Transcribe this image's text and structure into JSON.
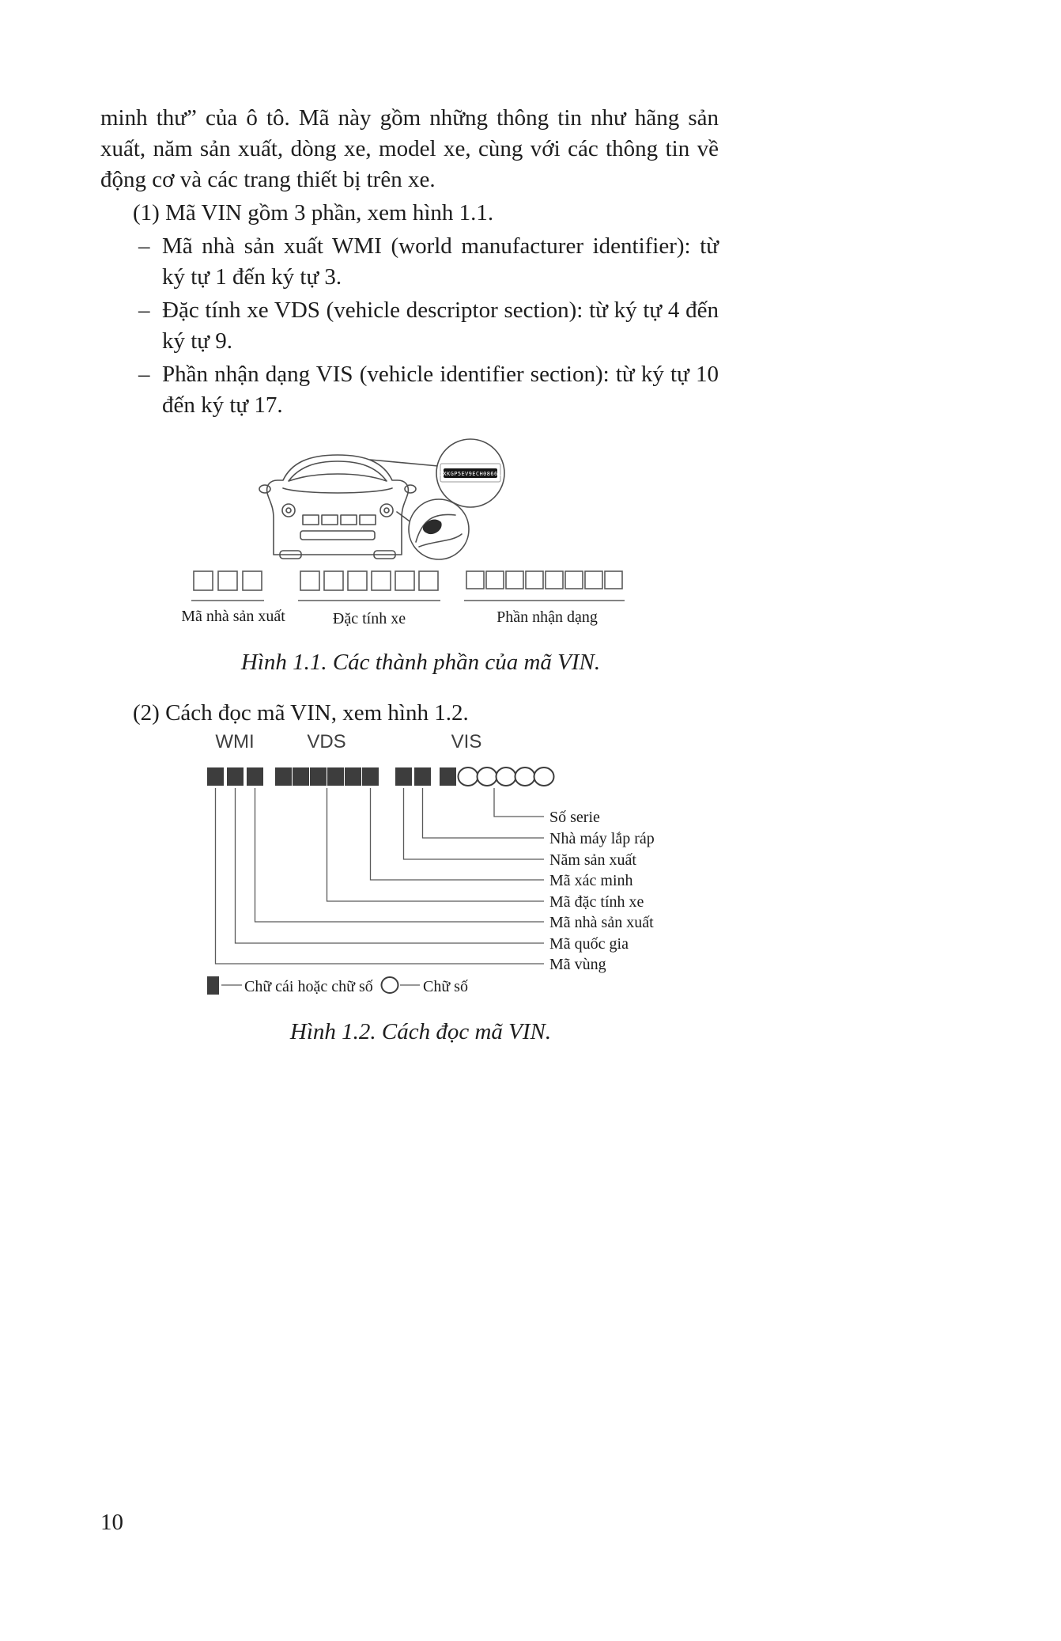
{
  "page_number": "10",
  "intro": "minh thư” của ô tô. Mã này gồm những thông tin như hãng sản xuất, năm sản xuất, dòng xe, model xe, cùng với các thông tin về động cơ và các trang thiết bị trên xe.",
  "item1": "(1) Mã VIN gồm 3 phần, xem hình 1.1.",
  "bullets": [
    {
      "marker": "–",
      "text": "Mã nhà sản xuất WMI (world manufacturer identifier): từ ký tự 1 đến ký tự 3."
    },
    {
      "marker": "–",
      "text": "Đặc tính xe VDS (vehicle descriptor section): từ ký tự 4 đến ký tự 9."
    },
    {
      "marker": "–",
      "text": "Phần nhận dạng VIS (vehicle identifier section): từ ký tự 10 đến ký tự 17."
    }
  ],
  "figure1": {
    "plate_text": "1XKGP5EV9ECH08661",
    "groups": [
      {
        "label": "Mã nhà sản xuất",
        "boxes": 3
      },
      {
        "label": "Đặc tính xe",
        "boxes": 6
      },
      {
        "label": "Phần nhận dạng",
        "boxes": 8
      }
    ],
    "caption": "Hình 1.1. Các thành phần của mã VIN."
  },
  "item2": "(2) Cách đọc mã VIN, xem hình 1.2.",
  "figure2": {
    "groups": [
      {
        "label": "WMI",
        "cells": "SSS"
      },
      {
        "label": "VDS",
        "cells": "SSSSSS"
      },
      {
        "label": "VIS",
        "cells": "SS SCCCCC"
      }
    ],
    "callouts": [
      "Số serie",
      "Nhà máy lắp ráp",
      "Năm sản xuất",
      "Mã xác minh",
      "Mã đặc tính xe",
      "Mã nhà sản xuất",
      "Mã quốc gia",
      "Mã vùng"
    ],
    "legend": {
      "square_label": "Chữ cái hoặc chữ số",
      "circle_label": "Chữ số"
    },
    "caption": "Hình 1.2. Cách đọc mã VIN."
  }
}
